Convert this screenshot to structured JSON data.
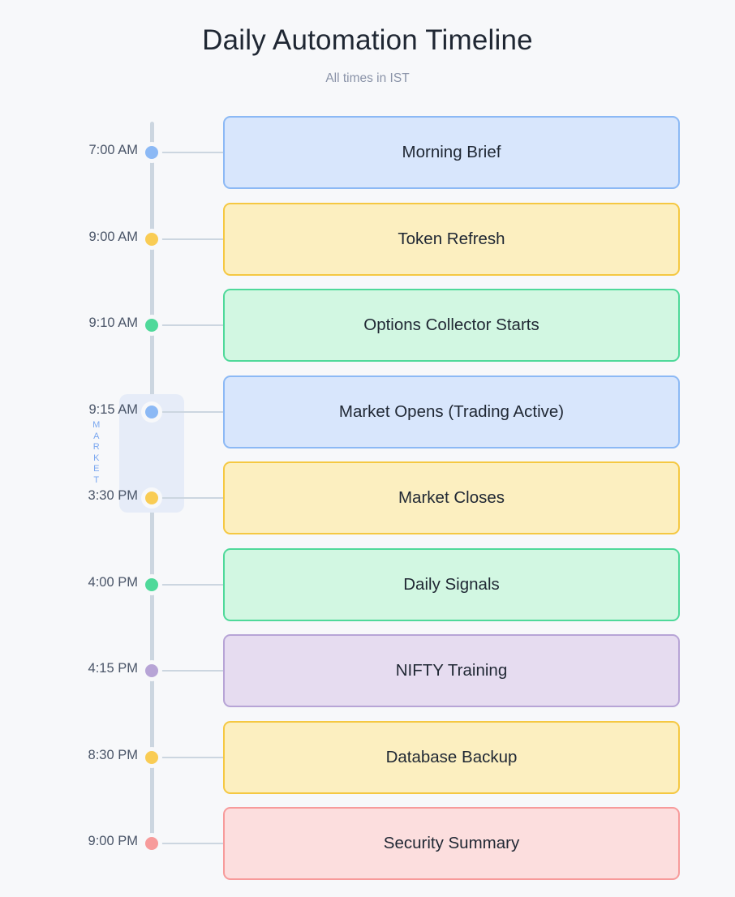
{
  "header": {
    "title": "Daily Automation Timeline",
    "subtitle": "All times in IST"
  },
  "timeline": {
    "market_band": {
      "label": "MARKET",
      "label_stacked": "M\nA\nR\nK\nE\nT",
      "start_time": "9:15 AM",
      "end_time": "3:30 PM",
      "fill": "#e6ecf8",
      "text_color": "#7aa7f0"
    },
    "axis_color": "#ccd6e0",
    "connector_color": "#ccd6e0",
    "background": "#f7f8fa",
    "events": [
      {
        "time": "7:00 AM",
        "label": "Morning Brief",
        "dot_color": "#8cb9f5",
        "card_fill": "#d8e6fc",
        "card_border": "#8cb9f5"
      },
      {
        "time": "9:00 AM",
        "label": "Token Refresh",
        "dot_color": "#f9cc54",
        "card_fill": "#fcefc0",
        "card_border": "#f5c842"
      },
      {
        "time": "9:10 AM",
        "label": "Options Collector Starts",
        "dot_color": "#4fd99a",
        "card_fill": "#d2f7e2",
        "card_border": "#4fd99a"
      },
      {
        "time": "9:15 AM",
        "label": "Market Opens (Trading Active)",
        "dot_color": "#8cb9f5",
        "card_fill": "#d8e6fc",
        "card_border": "#8cb9f5"
      },
      {
        "time": "3:30 PM",
        "label": "Market Closes",
        "dot_color": "#f9cc54",
        "card_fill": "#fcefc0",
        "card_border": "#f5c842"
      },
      {
        "time": "4:00 PM",
        "label": "Daily Signals",
        "dot_color": "#4fd99a",
        "card_fill": "#d2f7e2",
        "card_border": "#4fd99a"
      },
      {
        "time": "4:15 PM",
        "label": "NIFTY Training",
        "dot_color": "#b7a4d6",
        "card_fill": "#e6dcf0",
        "card_border": "#b7a4d6"
      },
      {
        "time": "8:30 PM",
        "label": "Database Backup",
        "dot_color": "#f9cc54",
        "card_fill": "#fcefc0",
        "card_border": "#f5c842"
      },
      {
        "time": "9:00 PM",
        "label": "Security Summary",
        "dot_color": "#f79b9b",
        "card_fill": "#fcdede",
        "card_border": "#f79b9b"
      }
    ]
  }
}
